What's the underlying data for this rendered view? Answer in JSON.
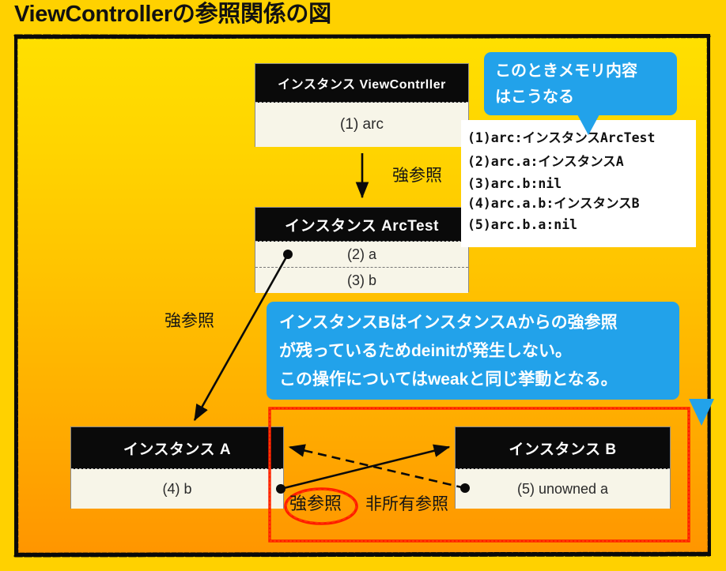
{
  "page": {
    "title": "ViewControllerの参照関係の図",
    "bg_top": "#FFE000",
    "bg_bottom": "#FF9500",
    "accent_blue": "#22A2EA",
    "highlight_red": "#FF1A00"
  },
  "boxes": {
    "viewcontroller": {
      "header": "インスタンス ViewContrller",
      "rows": [
        "(1) arc"
      ]
    },
    "arctest": {
      "header": "インスタンス ArcTest",
      "rows": [
        "(2) a",
        "(3) b"
      ]
    },
    "instance_a": {
      "header": "インスタンス A",
      "rows": [
        "(4) b"
      ]
    },
    "instance_b": {
      "header": "インスタンス B",
      "rows": [
        "(5) unowned a"
      ]
    }
  },
  "memory_panel": {
    "lines": [
      "(1)arc:インスタンスArcTest",
      "(2)arc.a:インスタンスA",
      "(3)arc.b:nil",
      "(4)arc.a.b:インスタンスB",
      "(5)arc.b.a:nil"
    ]
  },
  "callouts": {
    "memory": {
      "lines": [
        "このときメモリ内容",
        "はこうなる"
      ]
    },
    "info": {
      "lines": [
        "インスタンスBはインスタンスAからの強参照",
        "が残っているためdeinitが発生しない。",
        "この操作についてはweakと同じ挙動となる。"
      ]
    }
  },
  "labels": {
    "strong_ref_vertical": "強参照",
    "strong_ref_diagonal": "強参照",
    "strong_ref_circled": "強参照",
    "unowned_ref": "非所有参照"
  }
}
